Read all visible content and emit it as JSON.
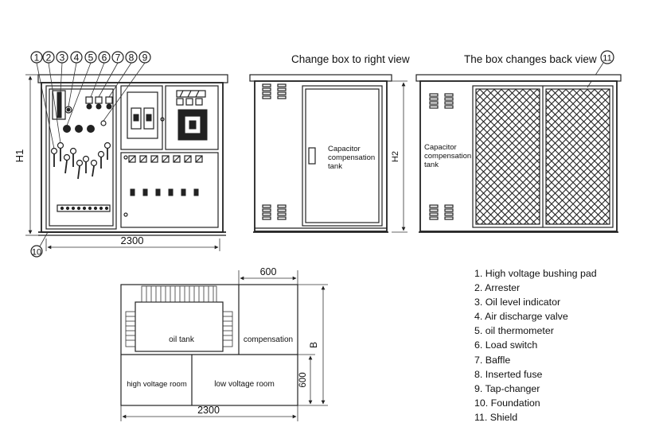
{
  "front_view": {
    "callouts": [
      "1",
      "2",
      "3",
      "4",
      "5",
      "6",
      "7",
      "8",
      "9"
    ],
    "foundation_callout": "10",
    "width_label": "2300",
    "height_label": "H1"
  },
  "side_view": {
    "title": "Change box to right view",
    "tank_label_lines": [
      "Capacitor",
      "compensation",
      "tank"
    ],
    "height_label": "H2"
  },
  "back_view": {
    "title": "The box changes back view",
    "shield_callout": "11",
    "tank_label_lines": [
      "Capacitor",
      "compensation",
      "tank"
    ]
  },
  "plan_view": {
    "top_dim": "600",
    "right_dim": "B",
    "right_small_dim": "600",
    "bottom_dim": "2300",
    "oil_tank_label": "oil tank",
    "compensation_label": "compensation",
    "high_voltage_room_label": "high voltage room",
    "low_voltage_room_label": "low voltage room"
  },
  "legend": [
    "1. High voltage bushing pad",
    "2. Arrester",
    "3. Oil level indicator",
    "4. Air discharge valve",
    "5. oil thermometer",
    "6. Load switch",
    "7. Baffle",
    "8. Inserted fuse",
    "9. Tap-changer",
    "10. Foundation",
    "11. Shield"
  ]
}
